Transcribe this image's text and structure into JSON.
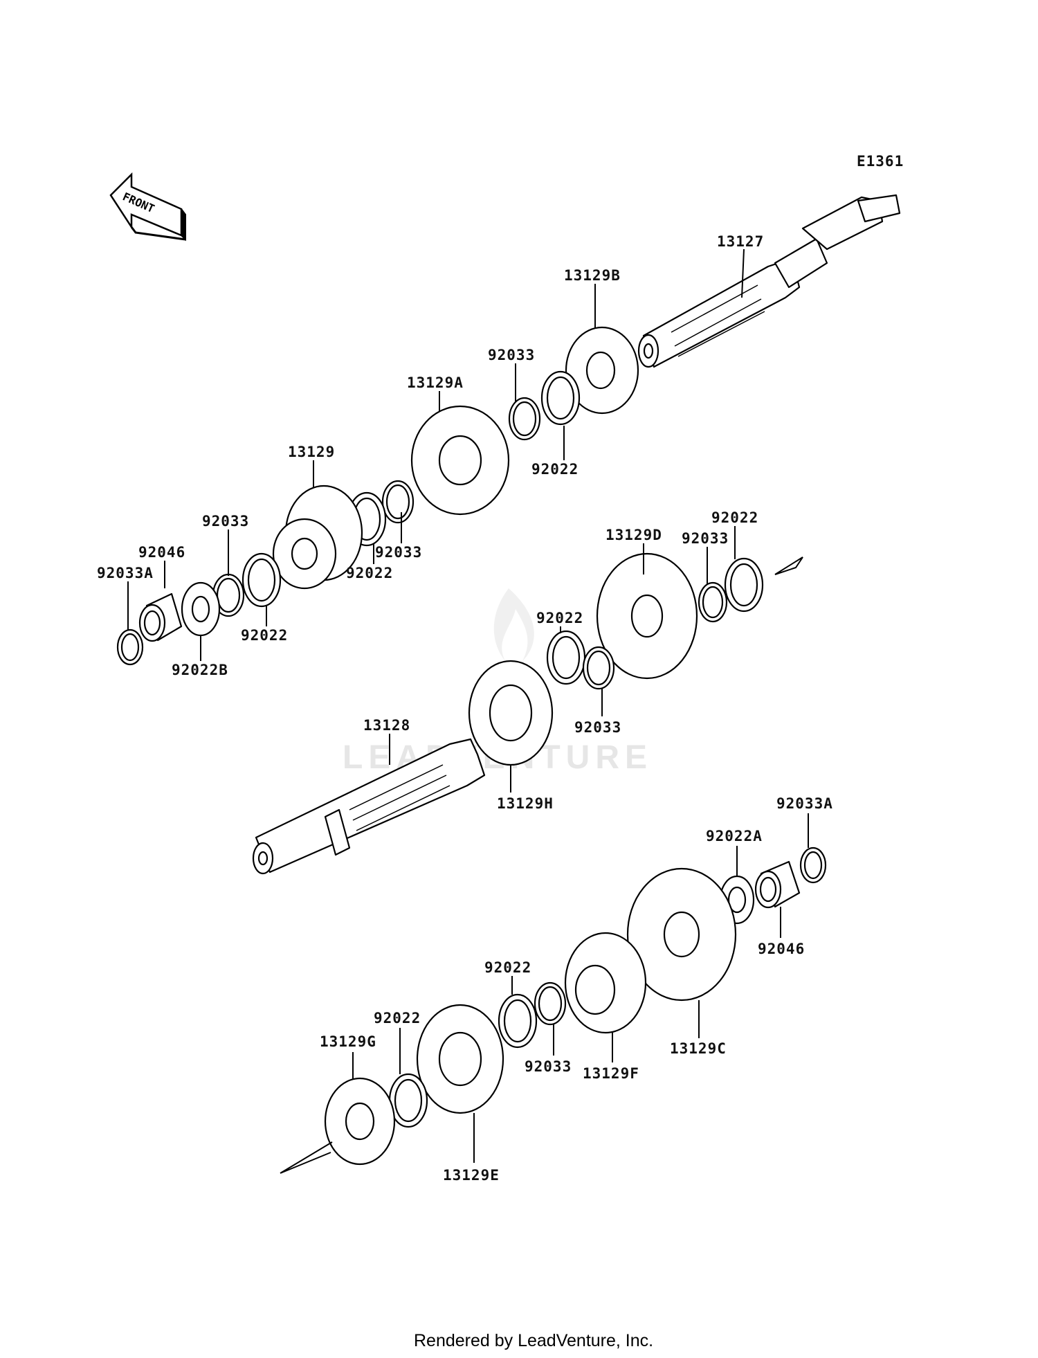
{
  "diagram_code": "E1361",
  "front_label": "FRONT",
  "watermark": "LEADVENTURE",
  "footer": "Rendered by LeadVenture, Inc.",
  "labels": {
    "p13127": "13127",
    "p13129b": "13129B",
    "p92033_top": "92033",
    "p92022_top": "92022",
    "p13129a": "13129A",
    "p13129": "13129",
    "p92033_mid": "92033",
    "p92022_mid": "92022",
    "p92033_left": "92033",
    "p92046_left": "92046",
    "p92033a_left": "92033A",
    "p92022_left": "92022",
    "p92022b": "92022B",
    "p13129d": "13129D",
    "p92033_d": "92033",
    "p92022_d": "92022",
    "p92022_h": "92022",
    "p92033_h": "92033",
    "p13128": "13128",
    "p13129h": "13129H",
    "p92033a_right": "92033A",
    "p92022a": "92022A",
    "p92046_right": "92046",
    "p92022_f": "92022",
    "p92033_f": "92033",
    "p13129f": "13129F",
    "p13129c": "13129C",
    "p92022_g": "92022",
    "p13129g": "13129G",
    "p13129e": "13129E"
  }
}
